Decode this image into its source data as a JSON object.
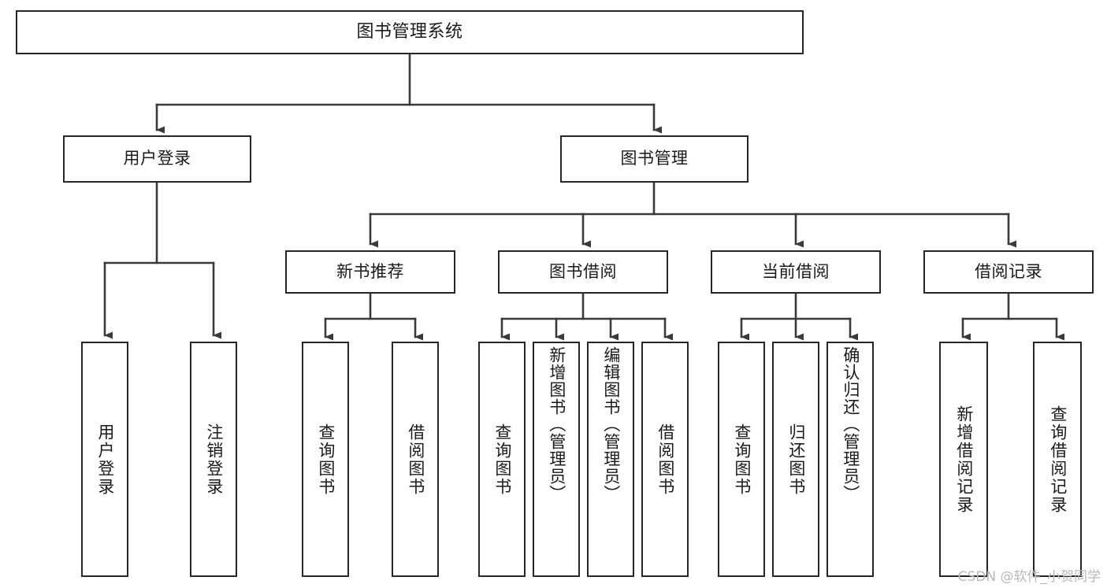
{
  "diagram": {
    "type": "tree",
    "title": "图书管理系统",
    "orientation": "top-down",
    "colors": {
      "box_border": "#262626",
      "box_fill": "#ffffff",
      "edge": "#3a3a3a",
      "text": "#1a1a1a",
      "watermark": "#b9b9b9",
      "background": "#ffffff"
    },
    "root": {
      "id": "root",
      "label": "图书管理系统"
    },
    "level1": [
      {
        "id": "user-login",
        "label": "用户登录"
      },
      {
        "id": "book-admin",
        "label": "图书管理"
      }
    ],
    "level2": [
      {
        "id": "new-book-rec",
        "label": "新书推荐",
        "parent": "book-admin"
      },
      {
        "id": "book-borrow",
        "label": "图书借阅",
        "parent": "book-admin"
      },
      {
        "id": "current-borrow",
        "label": "当前借阅",
        "parent": "book-admin"
      },
      {
        "id": "borrow-record",
        "label": "借阅记录",
        "parent": "book-admin"
      }
    ],
    "leaves": {
      "user_login": [
        {
          "id": "leaf-user-login",
          "label": "用户登录"
        },
        {
          "id": "leaf-logout",
          "label": "注销登录"
        }
      ],
      "new_book_rec": [
        {
          "id": "leaf-query-book-1",
          "label": "查询图书"
        },
        {
          "id": "leaf-borrow-book-1",
          "label": "借阅图书"
        }
      ],
      "book_borrow": [
        {
          "id": "leaf-query-book-2",
          "label": "查询图书"
        },
        {
          "id": "leaf-add-book",
          "label": "新增图书（管理员）"
        },
        {
          "id": "leaf-edit-book",
          "label": "编辑图书（管理员）"
        },
        {
          "id": "leaf-borrow-book-2",
          "label": "借阅图书"
        }
      ],
      "current_borrow": [
        {
          "id": "leaf-query-book-3",
          "label": "查询图书"
        },
        {
          "id": "leaf-return-book",
          "label": "归还图书"
        },
        {
          "id": "leaf-confirm-return",
          "label": "确认归还（管理员）"
        }
      ],
      "borrow_record": [
        {
          "id": "leaf-add-record",
          "label": "新增借阅记录"
        },
        {
          "id": "leaf-query-record",
          "label": "查询借阅记录"
        }
      ]
    }
  },
  "watermark": {
    "text": "CSDN @软件_小贺同学"
  }
}
